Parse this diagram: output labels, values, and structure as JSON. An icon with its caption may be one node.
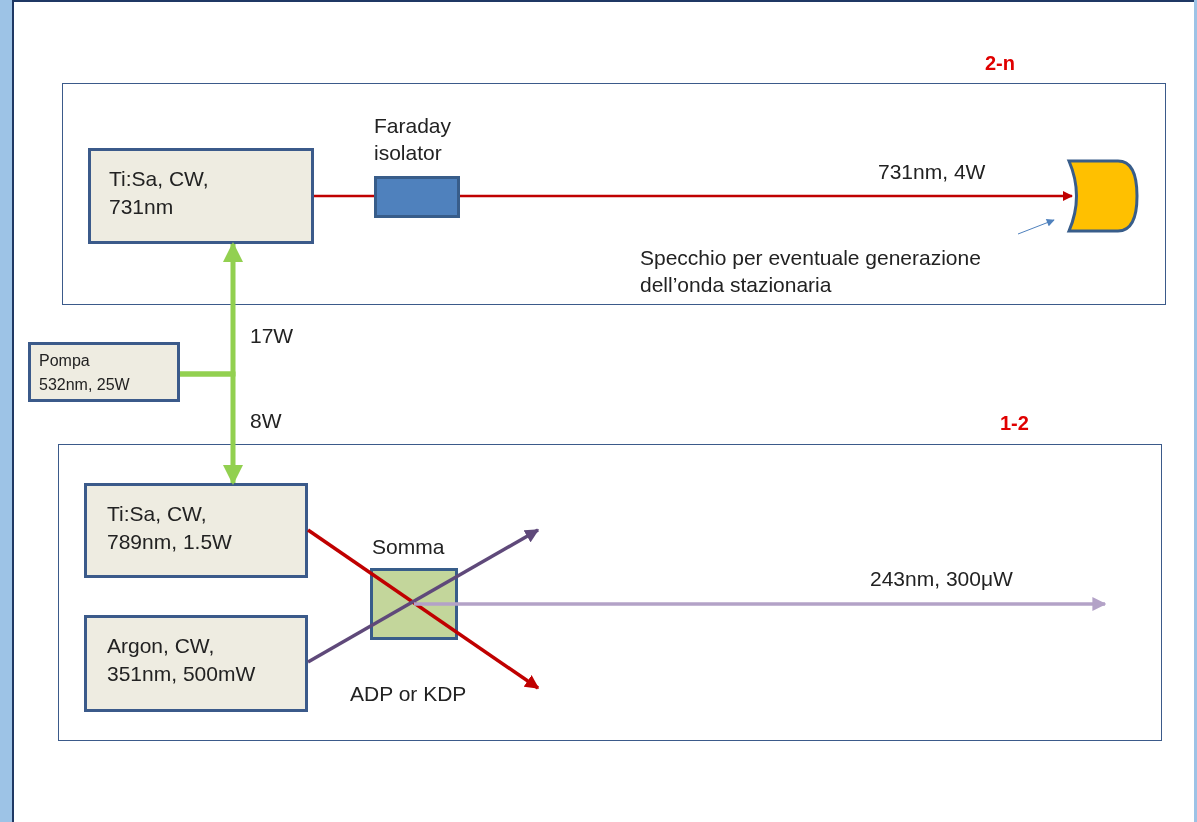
{
  "diagram": {
    "nodes": [
      {
        "text": [
          "2-n"
        ]
      },
      {
        "text": [
          "Ti:Sa, CW, 731nm"
        ],
        "in": 0
      },
      {
        "text": [
          "Faraday isolator"
        ],
        "in": 0
      },
      {
        "text": [],
        "shape": "mirror",
        "in": 0
      },
      {
        "text": [
          "Specchio per eventuale generazione dell’onda stazionaria"
        ],
        "in": 0
      },
      {
        "text": [
          "Pompa 532nm, 25W"
        ]
      },
      {
        "text": [
          "1-2"
        ]
      },
      {
        "text": [
          "Ti:Sa, CW, 789nm, 1.5W"
        ],
        "in": 6
      },
      {
        "text": [
          "Argon, CW, 351nm, 500mW"
        ],
        "in": 6
      },
      {
        "text": [
          "Somma"
        ],
        "beside": [
          "ADP or KDP"
        ],
        "in": 6
      }
    ],
    "edges": [
      {
        "from": 1,
        "to": 2,
        "arrow": "none",
        "color": "#c00000"
      },
      {
        "from": 2,
        "to": 3,
        "arrow": "to",
        "label": "731nm, 4W",
        "color": "#c00000"
      },
      {
        "from": 4,
        "to": 3,
        "arrow": "to",
        "color": "#4f81bd"
      },
      {
        "from": 5,
        "to": 1,
        "arrow": "to",
        "label": "17W",
        "color": "#92d050"
      },
      {
        "from": 5,
        "to": 7,
        "arrow": "to",
        "label": "8W",
        "color": "#92d050"
      },
      {
        "from": 7,
        "to": null,
        "arrow": "to",
        "color": "#c00000"
      },
      {
        "from": 8,
        "to": null,
        "arrow": "to",
        "color": "#5f497a"
      },
      {
        "from": 9,
        "to": null,
        "arrow": "to",
        "label": "243nm, 300μW",
        "color": "#b3a2c7"
      }
    ]
  }
}
